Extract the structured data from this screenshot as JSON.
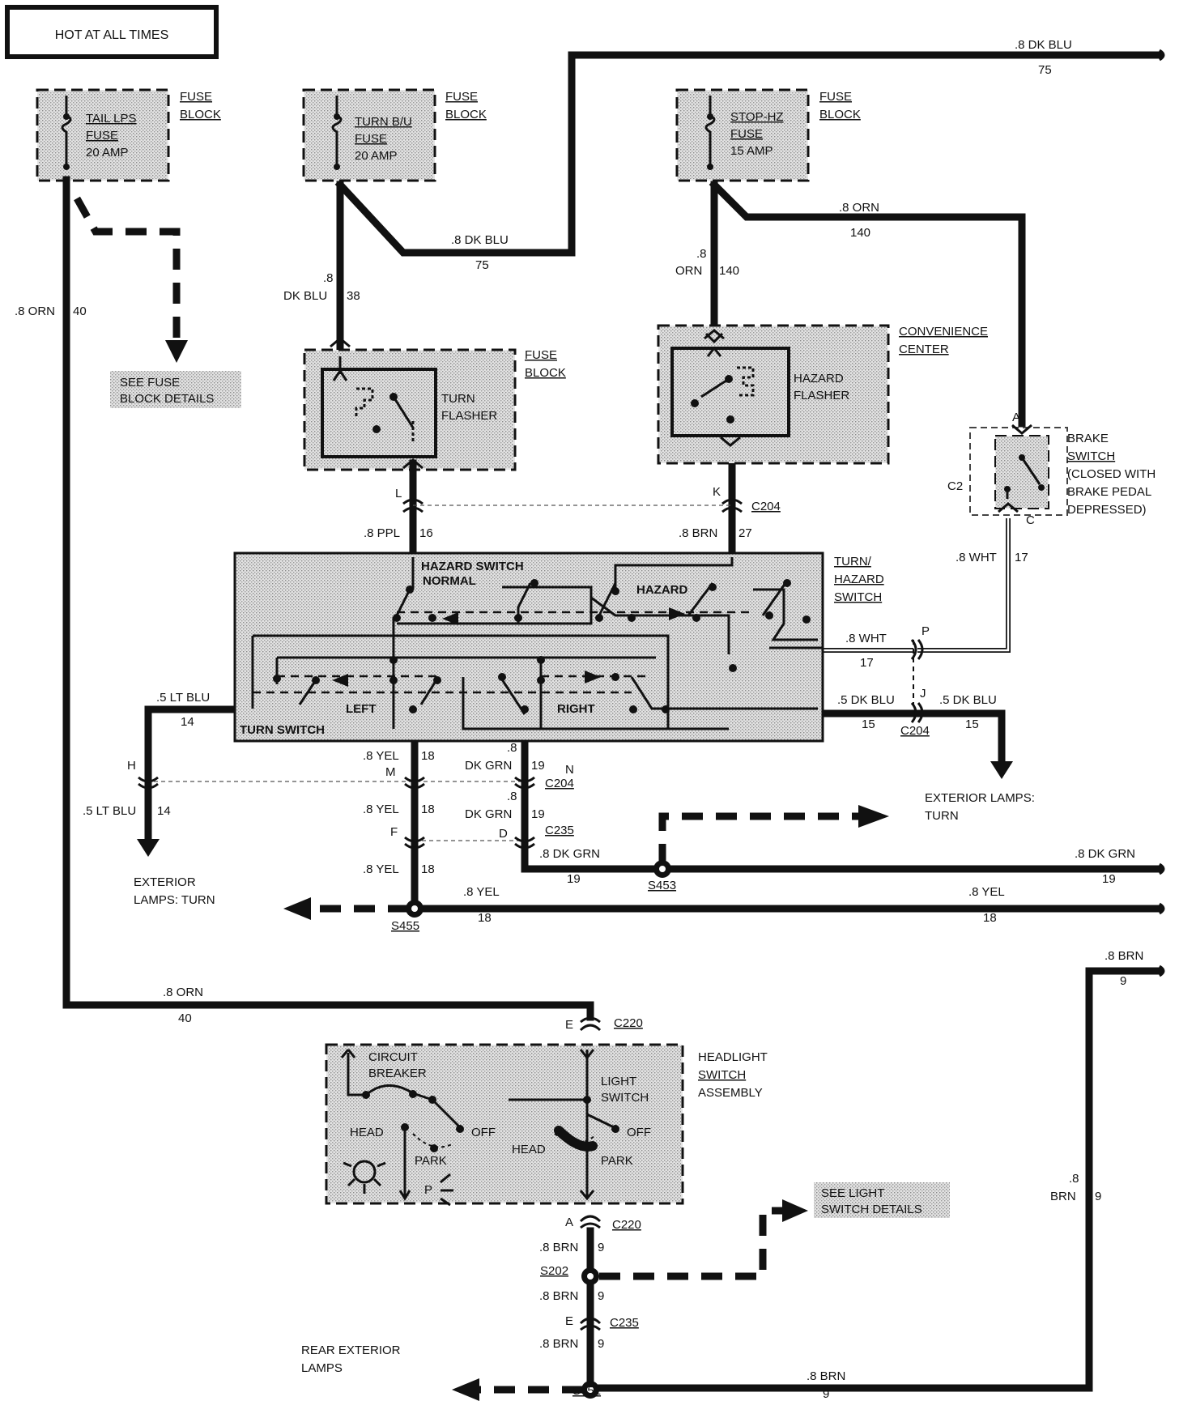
{
  "header": {
    "hot_label": "HOT AT ALL TIMES"
  },
  "fuses": {
    "tail": {
      "name_l1": "TAIL LPS",
      "name_l2": "FUSE",
      "rating": "20 AMP",
      "block_l1": "FUSE",
      "block_l2": "BLOCK"
    },
    "turn": {
      "name_l1": "TURN B/U",
      "name_l2": "FUSE",
      "rating": "20 AMP",
      "block_l1": "FUSE",
      "block_l2": "BLOCK"
    },
    "stop": {
      "name_l1": "STOP-HZ",
      "name_l2": "FUSE",
      "rating": "15 AMP",
      "block_l1": "FUSE",
      "block_l2": "BLOCK"
    }
  },
  "components": {
    "turn_flasher": {
      "l1": "TURN",
      "l2": "FLASHER",
      "loc_l1": "FUSE",
      "loc_l2": "BLOCK"
    },
    "hazard_flasher": {
      "l1": "HAZARD",
      "l2": "FLASHER",
      "loc_l1": "CONVENIENCE",
      "loc_l2": "CENTER"
    },
    "brake_switch": {
      "l1": "BRAKE",
      "l2": "SWITCH",
      "l3": "(CLOSED WITH",
      "l4": "BRAKE PEDAL",
      "l5": "DEPRESSED)",
      "c2": "C2",
      "pin_a": "A",
      "pin_c": "C"
    },
    "turn_hazard_switch": {
      "l1": "TURN/",
      "l2": "HAZARD",
      "l3": "SWITCH",
      "hazard_l1": "HAZARD SWITCH",
      "hazard_l2": "NORMAL",
      "hazard": "HAZARD",
      "left": "LEFT",
      "right": "RIGHT",
      "turn_switch": "TURN SWITCH"
    },
    "headlight_switch": {
      "l1": "HEADLIGHT",
      "l2": "SWITCH",
      "l3": "ASSEMBLY",
      "cb1": "CIRCUIT",
      "cb2": "BREAKER",
      "ls1": "LIGHT",
      "ls2": "SWITCH",
      "off_a": "OFF",
      "off_b": "OFF",
      "head_a": "HEAD",
      "head_b": "HEAD",
      "park_a": "PARK",
      "park_b": "PARK",
      "p": "P"
    }
  },
  "notes": {
    "fuse_details_l1": "SEE FUSE",
    "fuse_details_l2": "BLOCK DETAILS",
    "light_details_l1": "SEE LIGHT",
    "light_details_l2": "SWITCH DETAILS",
    "ext_turn_right_l1": "EXTERIOR LAMPS:",
    "ext_turn_right_l2": "TURN",
    "ext_turn_left_l1": "EXTERIOR",
    "ext_turn_left_l2": "LAMPS: TURN",
    "rear_l1": "REAR EXTERIOR",
    "rear_l2": "LAMPS"
  },
  "wires": {
    "dkblu_top": ".8 DK BLU",
    "num75_top": "75",
    "dkblu_mid": ".8 DK BLU",
    "num75_mid": "75",
    "dkblu_v1": ".8",
    "dkblu_v2": "DK BLU",
    "num38": "38",
    "orn40_v": ".8 ORN",
    "num40_v": "40",
    "orn140_h": ".8 ORN",
    "num140_h": "140",
    "orn140_v1": ".8",
    "orn140_v2": "ORN",
    "num140_v": "140",
    "ppl": ".8 PPL",
    "num16": "16",
    "brn27": ".8 BRN",
    "num27": "27",
    "wht_v": ".8 WHT",
    "num17_v": "17",
    "wht_h": ".8 WHT",
    "num17_h": "17",
    "ltblu_a": ".5 LT BLU",
    "num14_a": "14",
    "ltblu_b": ".5 LT BLU",
    "num14_b": "14",
    "dkblu15_a": ".5 DK BLU",
    "num15_a": "15",
    "dkblu15_b": ".5 DK BLU",
    "num15_b": "15",
    "yel_a": ".8 YEL",
    "num18_a": "18",
    "yel_b": ".8 YEL",
    "num18_b": "18",
    "yel_c": ".8 YEL",
    "num18_c": "18",
    "yel_h1": ".8 YEL",
    "num18_h1": "18",
    "yel_h2": ".8 YEL",
    "num18_h2": "18",
    "dkgrn_a1": ".8",
    "dkgrn_a2": "DK GRN",
    "num19_a": "19",
    "dkgrn_b1": ".8",
    "dkgrn_b2": "DK GRN",
    "num19_b": "19",
    "dkgrn_h1": ".8 DK GRN",
    "num19_h1": "19",
    "dkgrn_h2": ".8 DK GRN",
    "num19_h2": "19",
    "orn40_h": ".8 ORN",
    "num40_h": "40",
    "brn_top": ".8 BRN",
    "num9_top": "9",
    "brn_v1": ".8",
    "brn_v2": "BRN",
    "num9_v": "9",
    "brn_a": ".8 BRN",
    "num9_a": "9",
    "brn_b": ".8 BRN",
    "num9_b": "9",
    "brn_c": ".8 BRN",
    "num9_c": "9",
    "brn_bot": ".8 BRN",
    "num9_bot": "9"
  },
  "connectors": {
    "c204_k": "C204",
    "c204_n": "C204",
    "c204_j": "C204",
    "c235_d": "C235",
    "c235_e": "C235",
    "c220_e": "C220",
    "c220_a": "C220",
    "pin_l": "L",
    "pin_k": "K",
    "pin_p": "P",
    "pin_j": "J",
    "pin_h": "H",
    "pin_m": "M",
    "pin_n": "N",
    "pin_f": "F",
    "pin_d": "D",
    "pin_e_top": "E",
    "pin_a_bot": "A",
    "pin_e_bot": "E"
  },
  "splices": {
    "s453": "S453",
    "s455": "S455",
    "s202": "S202",
    "s452": "S452"
  }
}
